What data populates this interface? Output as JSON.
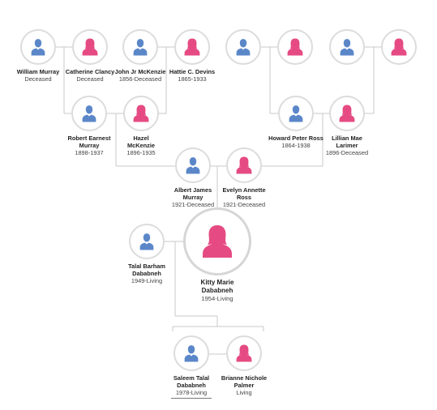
{
  "colors": {
    "male": "#5b87c9",
    "female": "#e54b82",
    "ring": "#dcdcdc",
    "line": "#c8c8c8"
  },
  "people": {
    "william": {
      "name": "William Murray",
      "dates": "Deceased",
      "gender": "male",
      "icon": "male-person-icon"
    },
    "catherine": {
      "name": "Catherine Clancy",
      "dates": "Deceased",
      "gender": "female",
      "icon": "female-person-icon"
    },
    "john": {
      "name": "John Jr McKenzie",
      "dates": "1856-Deceased",
      "gender": "male",
      "icon": "male-person-icon"
    },
    "hattie": {
      "name": "Hattie C. Devins",
      "dates": "1865-1933",
      "gender": "female",
      "icon": "female-person-icon"
    },
    "unknown1": {
      "name": "",
      "dates": "",
      "gender": "male",
      "icon": "male-person-icon"
    },
    "unknown2": {
      "name": "",
      "dates": "",
      "gender": "female",
      "icon": "female-person-icon"
    },
    "unknown3": {
      "name": "",
      "dates": "",
      "gender": "male",
      "icon": "male-person-icon"
    },
    "unknown4": {
      "name": "",
      "dates": "",
      "gender": "female",
      "icon": "female-person-icon"
    },
    "robert": {
      "name": "Robert Earnest Murray",
      "dates": "1898-1937",
      "gender": "male",
      "icon": "male-person-icon"
    },
    "hazel": {
      "name": "Hazel McKenzie",
      "dates": "1896-1935",
      "gender": "female",
      "icon": "female-person-icon"
    },
    "howard": {
      "name": "Howard Peter Ross",
      "dates": "1864-1938",
      "gender": "male",
      "icon": "male-person-icon"
    },
    "lillian": {
      "name": "Lillian Mae Larimer",
      "dates": "1896-Deceased",
      "gender": "female",
      "icon": "female-person-icon"
    },
    "albert": {
      "name": "Albert James Murray",
      "dates": "1921-Deceased",
      "gender": "male",
      "icon": "male-person-icon"
    },
    "evelyn": {
      "name": "Evelyn Annette Ross",
      "dates": "1921-Deceased",
      "gender": "female",
      "icon": "female-person-icon"
    },
    "talal": {
      "name": "Talal Barham Dababneh",
      "dates": "1949-Living",
      "gender": "male",
      "icon": "male-person-icon"
    },
    "kitty": {
      "name": "Kitty Marie Dababneh",
      "dates": "1954-Living",
      "gender": "female",
      "icon": "female-person-icon"
    },
    "saleem": {
      "name": "Saleem Talal Dababneh",
      "dates": "1978-Living",
      "gender": "male",
      "icon": "male-person-icon"
    },
    "brianne": {
      "name": "Brianne Nichole Palmer",
      "dates": "Living",
      "gender": "female",
      "icon": "female-person-icon"
    }
  }
}
